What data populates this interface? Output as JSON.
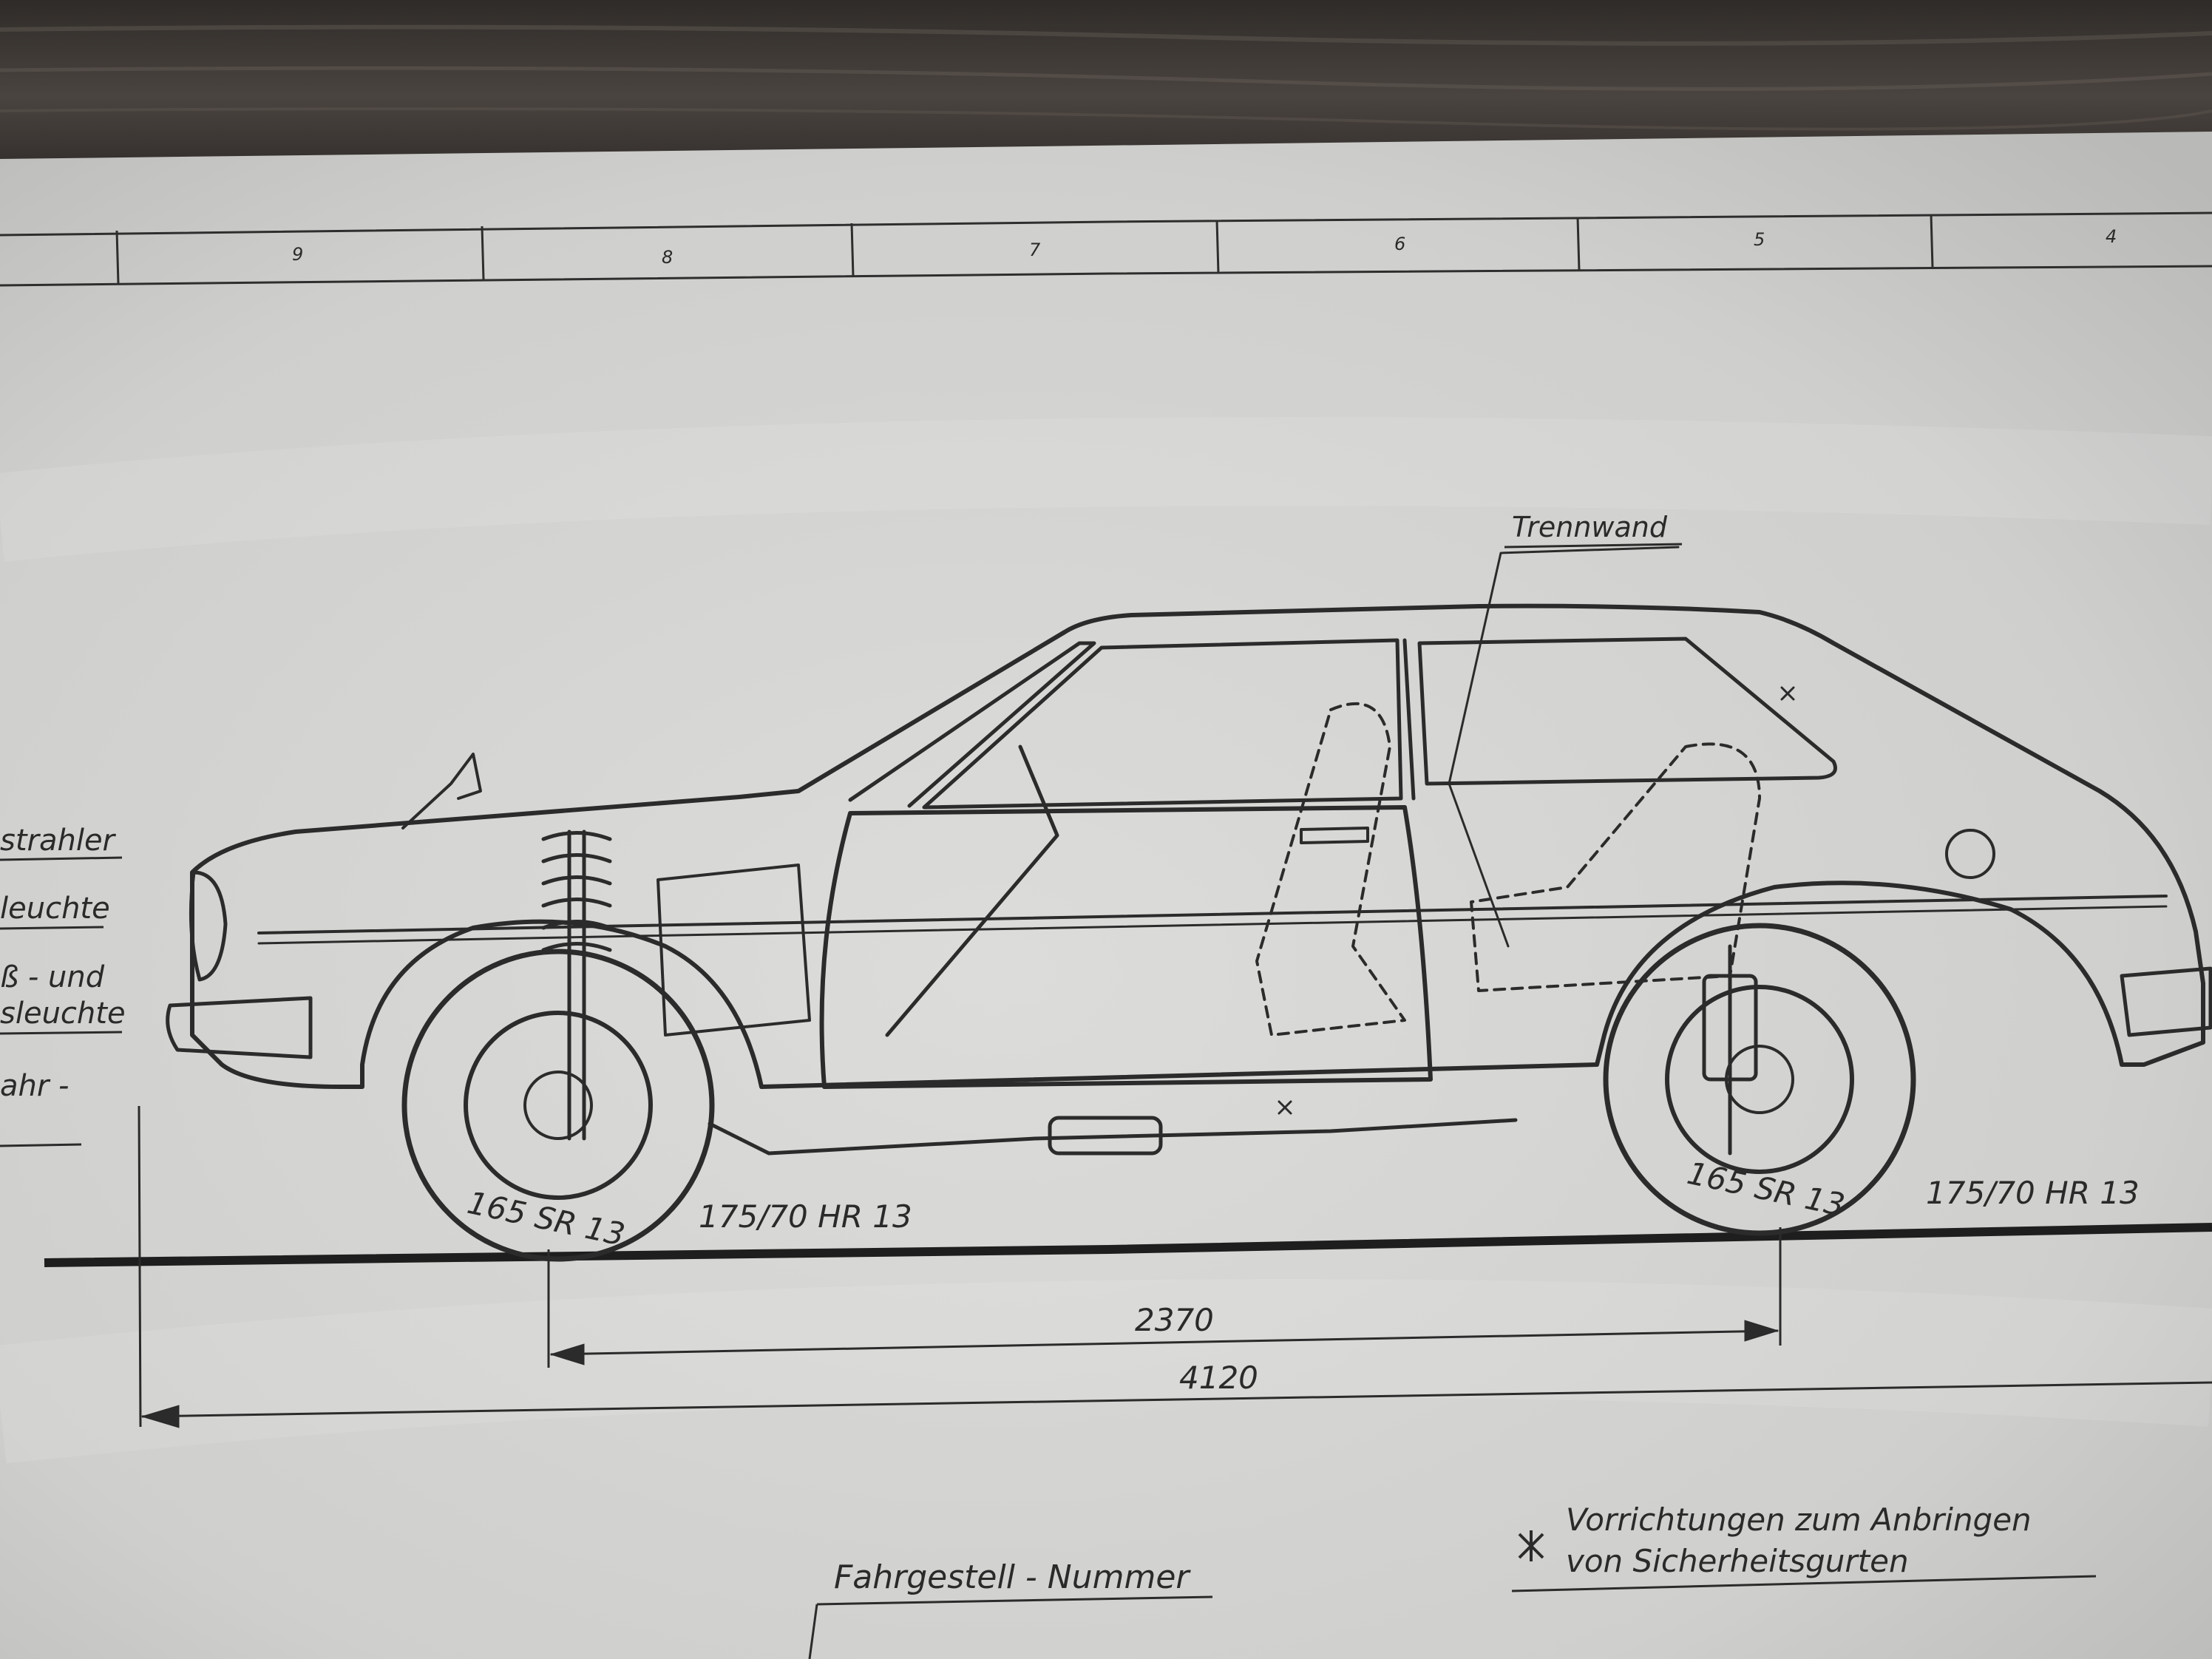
{
  "frame": {
    "zone_numbers": [
      "9",
      "8",
      "7",
      "6",
      "5",
      "4"
    ]
  },
  "labels": {
    "partition": "Trennwand",
    "left_cut": [
      "strahler",
      "leuchte",
      "ß - und",
      "sleuchte",
      "ahr -"
    ],
    "front_tire_standard": "165 SR 13",
    "front_tire_option": "175/70 HR 13",
    "rear_tire_standard": "165 SR 13",
    "rear_tire_option": "175/70 HR 13"
  },
  "dimensions": {
    "wheelbase": "2370",
    "overall_length": "4120"
  },
  "legend": {
    "symbol_name": "seatbelt-anchor-icon",
    "line1": "Vorrichtungen zum Anbringen",
    "line2": "von Sicherheitsgurten"
  },
  "chassis": {
    "label": "Fahrgestell - Nummer"
  },
  "colors": {
    "paper": "#d2d2d0",
    "ink": "#2a2a2a",
    "wood": "#3a3633"
  }
}
